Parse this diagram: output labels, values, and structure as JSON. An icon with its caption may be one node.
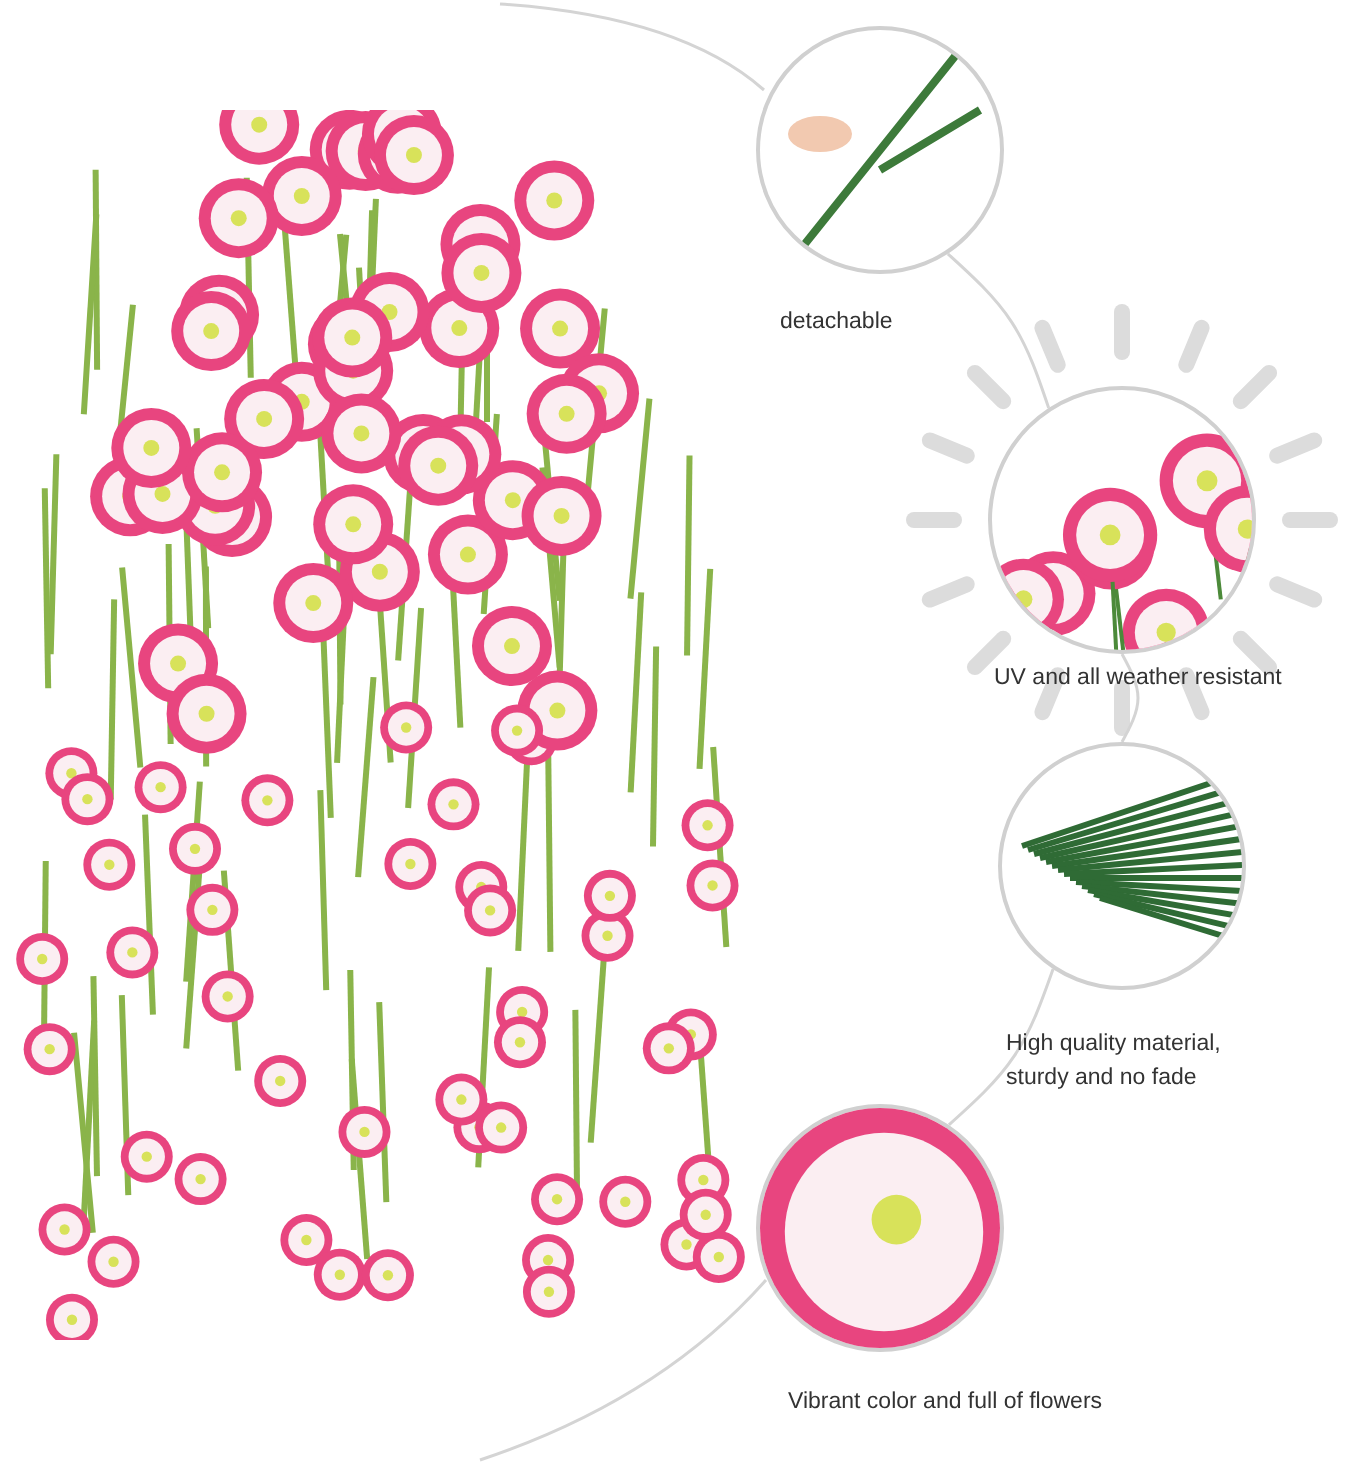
{
  "diagram": {
    "nodes": [
      {
        "text": [],
        "shape": "picture"
      },
      {
        "text": [],
        "shape": "circle"
      },
      {
        "text": [],
        "shape": "circle"
      },
      {
        "text": [],
        "shape": "circle"
      },
      {
        "text": [],
        "shape": "circle"
      }
    ],
    "labels": [
      "detachable",
      "UV and all weather resistant",
      "High quality material, sturdy and no fade",
      "Vibrant color and full of flowers"
    ],
    "edges": [
      {
        "from": 1,
        "to": 2,
        "arrow": "none"
      },
      {
        "from": 2,
        "to": 3,
        "arrow": "none"
      },
      {
        "from": 3,
        "to": 4,
        "arrow": "none"
      }
    ]
  }
}
